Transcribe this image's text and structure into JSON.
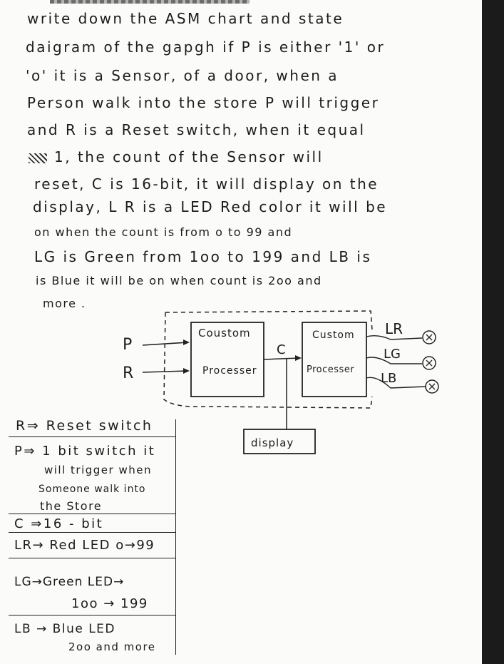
{
  "paragraph": [
    "write  down   the   ASM chart and state",
    "daigram  of  the  gapgh  if  P is  either '1' or",
    "'o'  it  is   a  Sensor, of  a  door, when  a",
    "Person  walk into the store   P  will  trigger",
    "and   R is  a Reset  switch, when  it equal",
    "1,  the  count  of   the   Sensor    will",
    "reset, C  is  16-bit, it will  display  on  the",
    "display, L R  is  a  LED  Red  color  it will  be",
    "on  when  the  count is  from o to 99  and",
    "LG  is  Green  from  1oo  to  199  and  LB  is",
    "is  Blue  it will  be   on  when   count is 2oo and",
    "more ."
  ],
  "diagram": {
    "input_p": "P",
    "input_r": "R",
    "block1_line1": "Coustom",
    "block1_line2": "Processer",
    "bus_label": "C",
    "block2_line1": "Custom",
    "block2_line2": "Processer",
    "output_lr": "LR",
    "output_lg": "LG",
    "output_lb": "LB",
    "display_label": "display"
  },
  "legend": {
    "r": "R⇒ Reset  switch",
    "p1": "P⇒ 1 bit  switch it",
    "p2": "will  trigger when",
    "p3": "Someone  walk into",
    "p4": "the  Store",
    "c": "C ⇒16 - bit",
    "lr": "LR→ Red LED o→99",
    "lg1": "LG→Green LED→",
    "lg2": "1oo → 199",
    "lb1": "LB → Blue  LED",
    "lb2": "2oo and more"
  }
}
